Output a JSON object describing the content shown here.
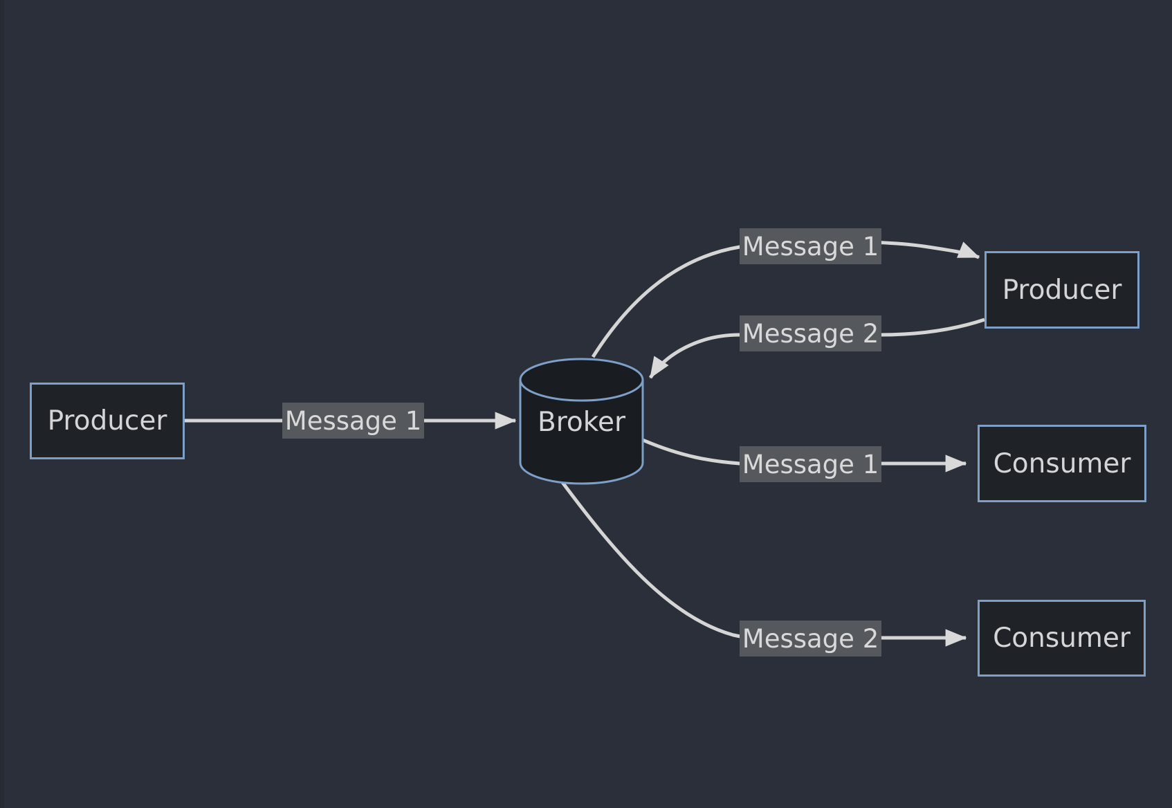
{
  "diagram": {
    "type": "message-broker-flow",
    "background": "#2b2f3a",
    "colors": {
      "node_fill": "#1f2227",
      "node_border": "#7e9fc7",
      "broker_fill": "#191c21",
      "edge_line": "#d5d5d5",
      "edge_label_bg": "#55585c",
      "edge_label_text": "#d9d9d9",
      "node_text": "#d4d5d7"
    },
    "nodes": {
      "producer_left": {
        "label": "Producer",
        "shape": "rectangle"
      },
      "broker": {
        "label": "Broker",
        "shape": "cylinder"
      },
      "producer_right": {
        "label": "Producer",
        "shape": "rectangle"
      },
      "consumer_mid": {
        "label": "Consumer",
        "shape": "rectangle"
      },
      "consumer_bottom": {
        "label": "Consumer",
        "shape": "rectangle"
      }
    },
    "edges": {
      "producer_left_to_broker": {
        "label": "Message 1",
        "from": "producer_left",
        "to": "broker"
      },
      "broker_to_producer_right": {
        "label": "Message 1",
        "from": "broker",
        "to": "producer_right"
      },
      "producer_right_to_broker": {
        "label": "Message 2",
        "from": "producer_right",
        "to": "broker"
      },
      "broker_to_consumer_mid": {
        "label": "Message 1",
        "from": "broker",
        "to": "consumer_mid"
      },
      "broker_to_consumer_bottom": {
        "label": "Message 2",
        "from": "broker",
        "to": "consumer_bottom"
      }
    }
  }
}
